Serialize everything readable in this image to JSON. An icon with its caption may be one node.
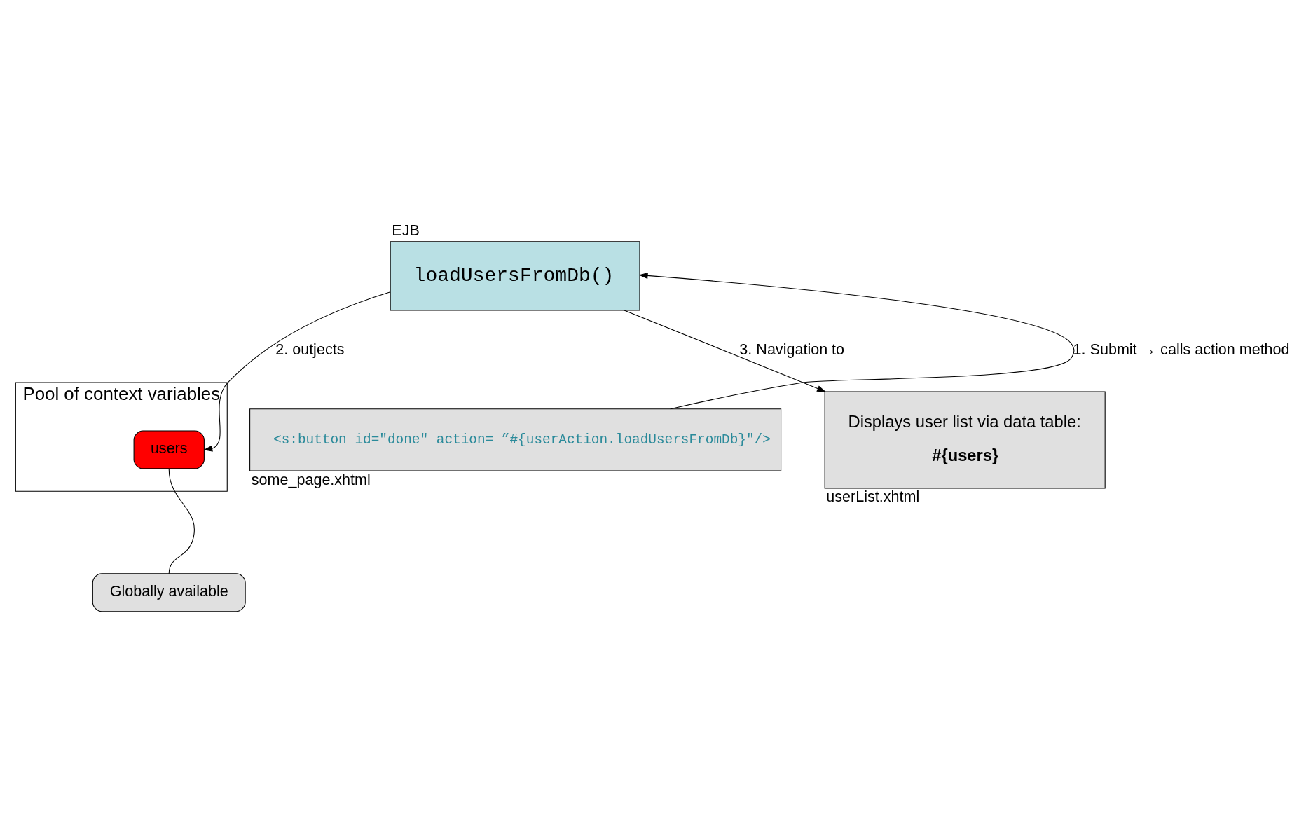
{
  "diagram": {
    "nodes": [
      {
        "text": [
          "EJB",
          "loadUsersFromDb()"
        ]
      },
      {
        "text": [
          "Pool of context variables"
        ]
      },
      {
        "text": [
          "users"
        ],
        "in": 1
      },
      {
        "text": [
          "Globally available"
        ]
      },
      {
        "text": [
          "<s:button id=\"done\" action= ”#{userAction.loadUsersFromDb}\"/>",
          "some_page.xhtml"
        ]
      },
      {
        "text": [
          "Displays user list via data table:",
          "#{users}",
          "userList.xhtml"
        ]
      }
    ],
    "edges": [
      {
        "from": 4,
        "to": 0,
        "arrow": "to",
        "label": "1. Submit → calls action method"
      },
      {
        "from": 0,
        "to": 2,
        "arrow": "to",
        "label": "2. outjects"
      },
      {
        "from": 0,
        "to": 5,
        "arrow": "to",
        "label": "3. Navigation to"
      },
      {
        "from": 3,
        "to": 2,
        "arrow": "none"
      }
    ]
  }
}
